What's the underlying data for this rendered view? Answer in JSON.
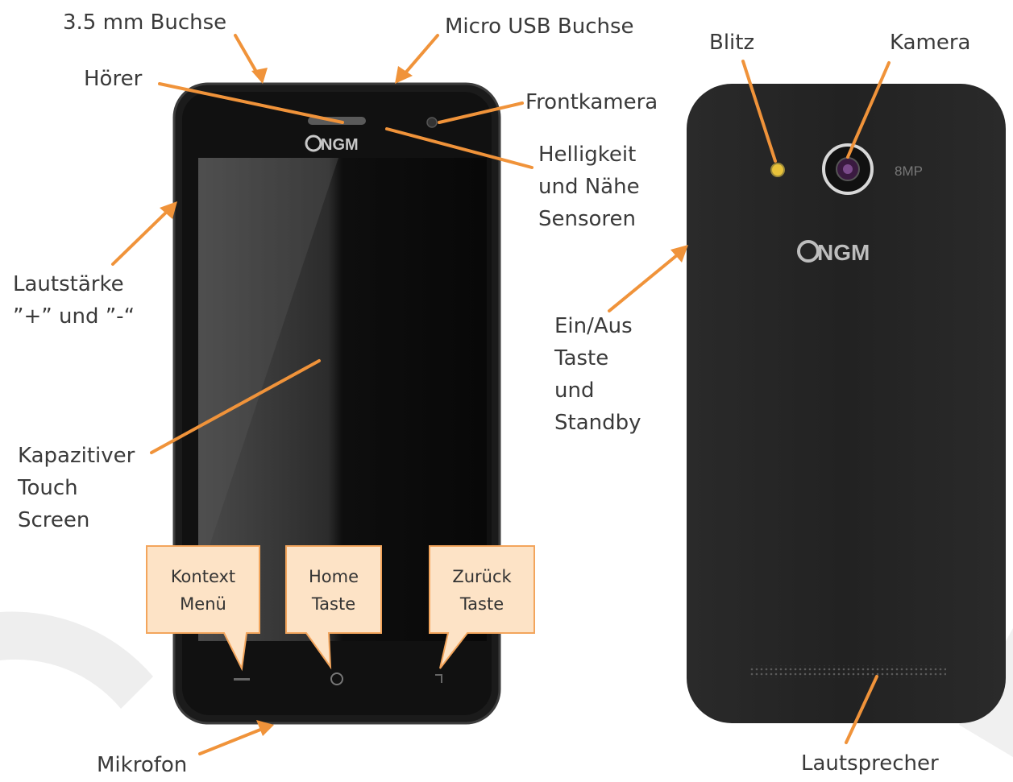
{
  "labels": {
    "jack": "3.5 mm Buchse",
    "usb": "Micro USB Buchse",
    "earpiece": "Hörer",
    "front_camera": "Frontkamera",
    "sensors": [
      "Helligkeit",
      "und Nähe",
      "Sensoren"
    ],
    "volume": [
      "Lautstärke",
      "”+” und ”-“"
    ],
    "touchscreen": [
      "Kapazitiver",
      "Touch",
      "Screen"
    ],
    "microphone": "Mikrofon",
    "flash": "Blitz",
    "camera": "Kamera",
    "power": [
      "Ein/Aus",
      "Taste",
      "und",
      "Standby"
    ],
    "speaker": "Lautsprecher"
  },
  "callouts": {
    "menu": [
      "Kontext",
      "Menü"
    ],
    "home": [
      "Home",
      "Taste"
    ],
    "back": [
      "Zurück",
      "Taste"
    ]
  },
  "phone": {
    "brand_front": "NGM",
    "brand_back": "NGM",
    "camera_resolution": "8MP"
  },
  "colors": {
    "arrow": "#f0933a",
    "callout_fill": "#fde3c6",
    "callout_border": "#f3a55c",
    "body": "#1e1e1e"
  }
}
